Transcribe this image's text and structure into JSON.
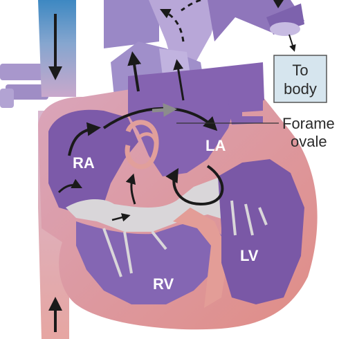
{
  "labels": {
    "ra": "RA",
    "la": "LA",
    "rv": "RV",
    "lv": "LV"
  },
  "callouts": {
    "to_body_line1": "To",
    "to_body_line2": "body",
    "foramen_line1": "Forame",
    "foramen_line2": "ovale"
  },
  "colors": {
    "vessel_blue": "#3f86bd",
    "deoxy_purple": "#8e72b9",
    "chamber_purple": "#7b5aa8",
    "heart_wall_pink": "#dc8f8b",
    "valve_gray": "#d8d6d8",
    "callout_box": "#d7e6ee"
  }
}
